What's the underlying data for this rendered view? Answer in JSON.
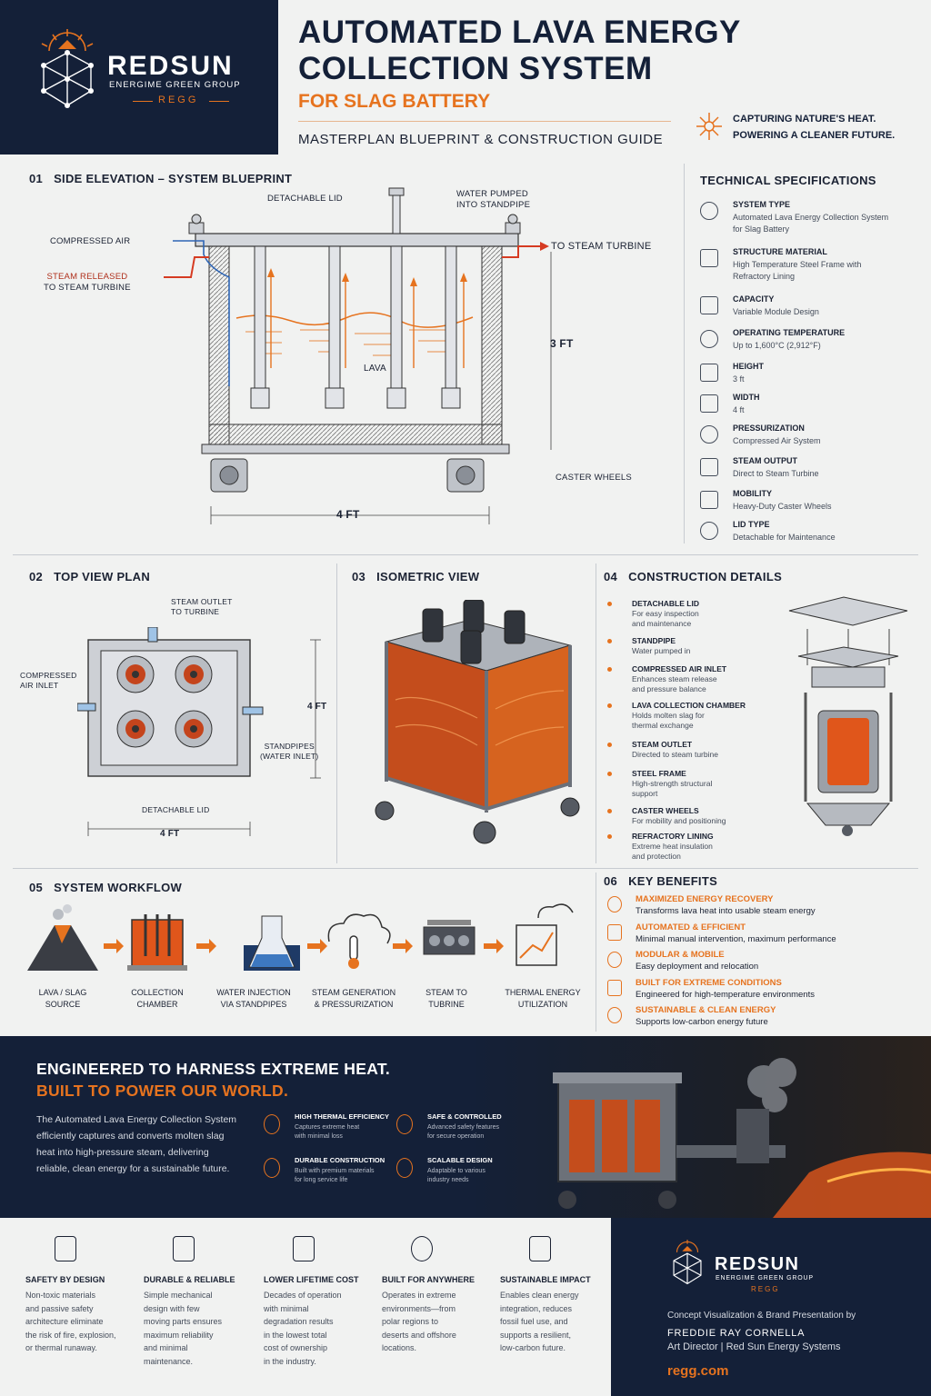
{
  "brand": {
    "name": "REDSUN",
    "tagline": "ENERGIME GREEN GROUP",
    "abbr": "REGG"
  },
  "header": {
    "title_line1": "AUTOMATED LAVA ENERGY",
    "title_line2": "COLLECTION SYSTEM",
    "subtitle": "FOR SLAG BATTERY",
    "guide": "MASTERPLAN BLUEPRINT & CONSTRUCTION GUIDE",
    "slogan_line1": "CAPTURING NATURE'S HEAT.",
    "slogan_line2": "POWERING A CLEANER FUTURE."
  },
  "section1": {
    "num": "01",
    "title": "SIDE ELEVATION – SYSTEM BLUEPRINT",
    "labels": {
      "detachable_lid": "DETACHABLE LID",
      "water_pumped_1": "WATER PUMPED",
      "water_pumped_2": "INTO STANDPIPE",
      "compressed_air": "COMPRESSED AIR",
      "steam_released_1": "STEAM RELEASED",
      "steam_released_2": "TO STEAM TURBINE",
      "to_steam_turbine": "TO STEAM TURBINE",
      "lava": "LAVA",
      "height": "3 FT",
      "caster_wheels": "CASTER WHEELS",
      "width": "4 FT"
    }
  },
  "specs": {
    "title": "TECHNICAL SPECIFICATIONS",
    "items": [
      {
        "name": "SYSTEM TYPE",
        "value1": "Automated Lava Energy Collection System",
        "value2": "for Slag Battery"
      },
      {
        "name": "STRUCTURE MATERIAL",
        "value1": "High Temperature Steel Frame with",
        "value2": "Refractory Lining"
      },
      {
        "name": "CAPACITY",
        "value1": "Variable Module Design",
        "value2": ""
      },
      {
        "name": "OPERATING TEMPERATURE",
        "value1": "Up to 1,600°C (2,912°F)",
        "value2": ""
      },
      {
        "name": "HEIGHT",
        "value1": "3 ft",
        "value2": ""
      },
      {
        "name": "WIDTH",
        "value1": "4 ft",
        "value2": ""
      },
      {
        "name": "PRESSURIZATION",
        "value1": "Compressed Air System",
        "value2": ""
      },
      {
        "name": "STEAM OUTPUT",
        "value1": "Direct to Steam Turbine",
        "value2": ""
      },
      {
        "name": "MOBILITY",
        "value1": "Heavy-Duty Caster Wheels",
        "value2": ""
      },
      {
        "name": "LID TYPE",
        "value1": "Detachable for Maintenance",
        "value2": ""
      }
    ]
  },
  "section2": {
    "num": "02",
    "title": "TOP VIEW PLAN",
    "labels": {
      "steam_outlet_1": "STEAM OUTLET",
      "steam_outlet_2": "TO TURBINE",
      "compressed_air_1": "COMPRESSED",
      "compressed_air_2": "AIR INLET",
      "height": "4 FT",
      "standpipes_1": "STANDPIPES",
      "standpipes_2": "(WATER INLET)",
      "detachable_lid": "DETACHABLE LID",
      "width": "4 FT"
    }
  },
  "section3": {
    "num": "03",
    "title": "ISOMETRIC VIEW"
  },
  "section4": {
    "num": "04",
    "title": "CONSTRUCTION DETAILS",
    "items": [
      {
        "name": "DETACHABLE LID",
        "d1": "For easy inspection",
        "d2": "and maintenance"
      },
      {
        "name": "STANDPIPE",
        "d1": "Water pumped in",
        "d2": ""
      },
      {
        "name": "COMPRESSED AIR INLET",
        "d1": "Enhances steam release",
        "d2": "and pressure balance"
      },
      {
        "name": "LAVA COLLECTION CHAMBER",
        "d1": "Holds molten slag for",
        "d2": "thermal exchange"
      },
      {
        "name": "STEAM OUTLET",
        "d1": "Directed to steam turbine",
        "d2": ""
      },
      {
        "name": "STEEL FRAME",
        "d1": "High-strength structural",
        "d2": "support"
      },
      {
        "name": "CASTER WHEELS",
        "d1": "For mobility and positioning",
        "d2": ""
      },
      {
        "name": "REFRACTORY LINING",
        "d1": "Extreme heat insulation",
        "d2": "and protection"
      }
    ]
  },
  "section5": {
    "num": "05",
    "title": "SYSTEM WORKFLOW",
    "steps": [
      {
        "l1": "LAVA / SLAG",
        "l2": "SOURCE"
      },
      {
        "l1": "COLLECTION",
        "l2": "CHAMBER"
      },
      {
        "l1": "WATER INJECTION",
        "l2": "VIA STANDPIPES"
      },
      {
        "l1": "STEAM GENERATION",
        "l2": "& PRESSURIZATION"
      },
      {
        "l1": "STEAM TO",
        "l2": "TUBRINE"
      },
      {
        "l1": "THERMAL ENERGY",
        "l2": "UTILIZATION"
      }
    ]
  },
  "section6": {
    "num": "06",
    "title": "KEY BENEFITS",
    "items": [
      {
        "t": "MAXIMIZED ENERGY RECOVERY",
        "d": "Transforms lava heat into usable steam energy"
      },
      {
        "t": "AUTOMATED & EFFICIENT",
        "d": "Minimal manual intervention, maximum performance"
      },
      {
        "t": "MODULAR & MOBILE",
        "d": "Easy deployment and relocation"
      },
      {
        "t": "BUILT FOR EXTREME CONDITIONS",
        "d": "Engineered for high-temperature environments"
      },
      {
        "t": "SUSTAINABLE & CLEAN ENERGY",
        "d": "Supports low-carbon energy future"
      }
    ]
  },
  "banner": {
    "headline1": "ENGINEERED TO HARNESS EXTREME HEAT.",
    "headline2": "BUILT TO POWER OUR WORLD.",
    "body1": "The Automated Lava Energy Collection System",
    "body2": "efficiently captures and converts molten slag",
    "body3": "heat into high-pressure steam, delivering",
    "body4": "reliable, clean energy for a sustainable future.",
    "features": [
      {
        "t": "HIGH THERMAL EFFICIENCY",
        "d1": "Captures extreme heat",
        "d2": "with minimal loss"
      },
      {
        "t": "SAFE & CONTROLLED",
        "d1": "Advanced safety features",
        "d2": "for secure operation"
      },
      {
        "t": "DURABLE CONSTRUCTION",
        "d1": "Built with premium materials",
        "d2": "for long service life"
      },
      {
        "t": "SCALABLE DESIGN",
        "d1": "Adaptable to various",
        "d2": "industry needs"
      }
    ]
  },
  "bottom": {
    "items": [
      {
        "t": "SAFETY BY DESIGN",
        "d": [
          "Non-toxic materials",
          "and passive safety",
          "architecture eliminate",
          "the risk of fire, explosion,",
          "or thermal runaway."
        ]
      },
      {
        "t": "DURABLE & RELIABLE",
        "d": [
          "Simple mechanical",
          "design with few",
          "moving parts ensures",
          "maximum reliability",
          "and minimal",
          "maintenance."
        ]
      },
      {
        "t": "LOWER LIFETIME COST",
        "d": [
          "Decades of operation",
          "with minimal",
          "degradation results",
          "in the lowest total",
          "cost of ownership",
          "in the industry."
        ]
      },
      {
        "t": "BUILT FOR ANYWHERE",
        "d": [
          "Operates in extreme",
          "environments—from",
          "polar regions to",
          "deserts and offshore",
          "locations."
        ]
      },
      {
        "t": "SUSTAINABLE IMPACT",
        "d": [
          "Enables clean energy",
          "integration, reduces",
          "fossil fuel use, and",
          "supports a resilient,",
          "low-carbon future."
        ]
      }
    ],
    "credit_intro": "Concept Visualization & Brand Presentation by",
    "credit_name": "FREDDIE RAY CORNELLA",
    "credit_role": "Art Director | Red Sun Energy Systems",
    "website": "regg.com"
  },
  "colors": {
    "navy": "#142038",
    "accent": "#e6731f",
    "lava": "#e85a1a"
  }
}
